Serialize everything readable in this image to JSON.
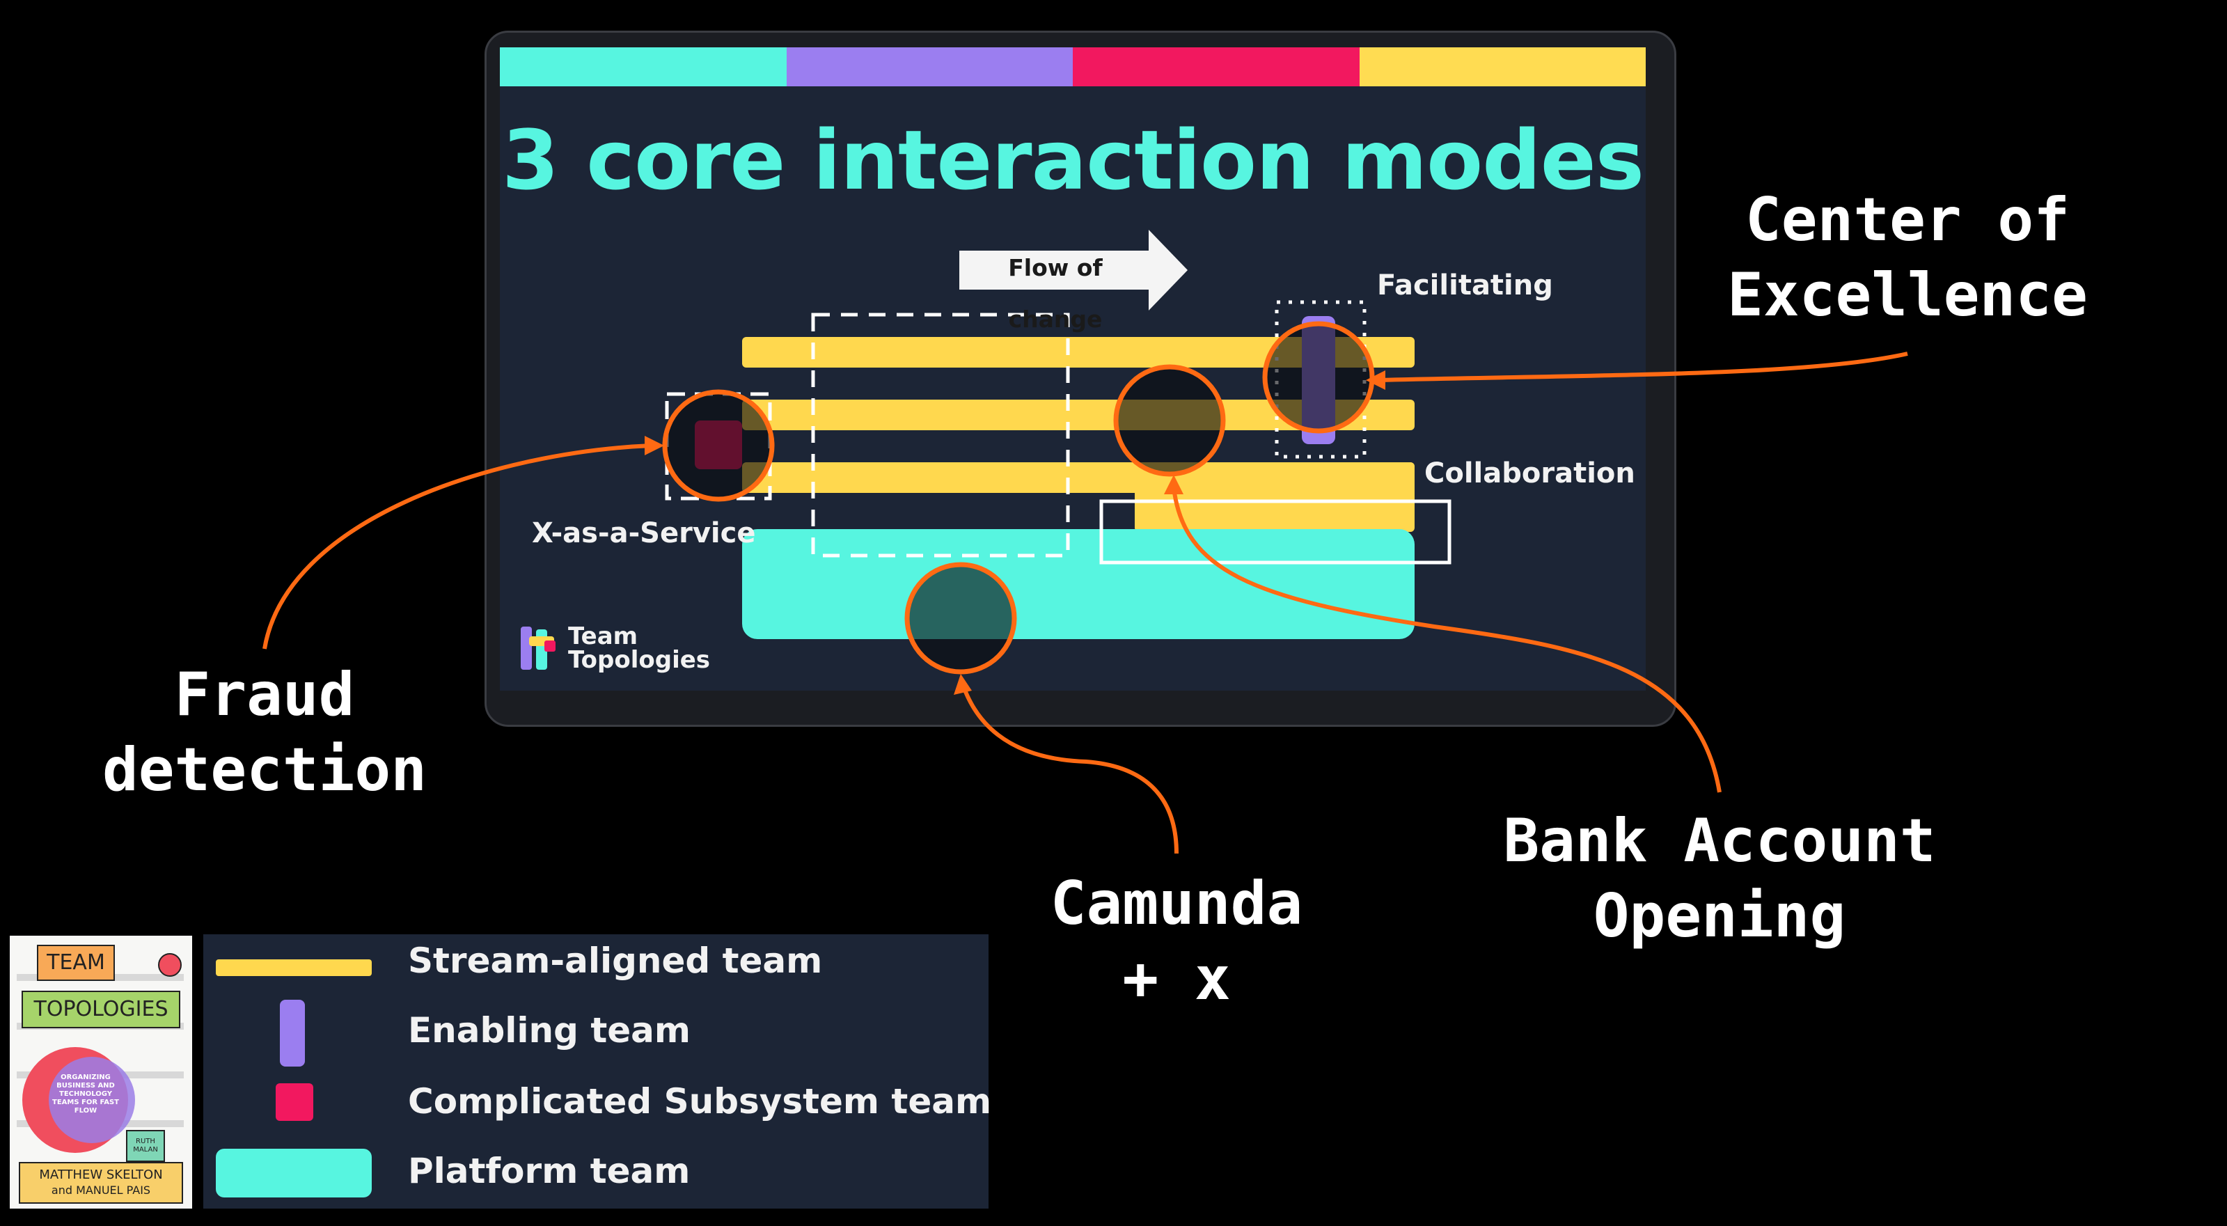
{
  "slide": {
    "title": "3 core interaction modes",
    "flow_label": "Flow of change",
    "facilitating_label": "Facilitating",
    "collaboration_label": "Collaboration",
    "xaas_label": "X-as-a-Service",
    "brand_line1": "Team",
    "brand_line2": "Topologies",
    "colors": {
      "bar_teal": "#57f5e0",
      "bar_purple": "#9b7ef0",
      "bar_pink": "#f2185f",
      "bar_yellow": "#ffdc52",
      "stream": "#ffd84e",
      "platform": "#57f5e0",
      "enabling": "#5a44a0",
      "subsystem": "#7a1330",
      "highlight": "#ff6a13"
    }
  },
  "annotations": {
    "center_of_excellence": [
      "Center of",
      "Excellence"
    ],
    "fraud_detection": [
      "Fraud",
      "detection"
    ],
    "camunda": [
      "Camunda",
      "+ x"
    ],
    "bank_account_opening": [
      "Bank Account",
      "Opening"
    ]
  },
  "legend": {
    "items": [
      {
        "label": "Stream-aligned team",
        "icon": "stream-aligned-team-icon"
      },
      {
        "label": "Enabling team",
        "icon": "enabling-team-icon"
      },
      {
        "label": "Complicated Subsystem team",
        "icon": "complicated-subsystem-team-icon"
      },
      {
        "label": "Platform team",
        "icon": "platform-team-icon"
      }
    ]
  },
  "book": {
    "title_line1": "TEAM",
    "title_line2": "TOPOLOGIES",
    "subtitle": "ORGANIZING BUSINESS AND TECHNOLOGY TEAMS FOR FAST FLOW",
    "forward": "RUTH MALAN",
    "authors_line1": "MATTHEW SKELTON",
    "authors_line2": "and MANUEL PAIS"
  }
}
